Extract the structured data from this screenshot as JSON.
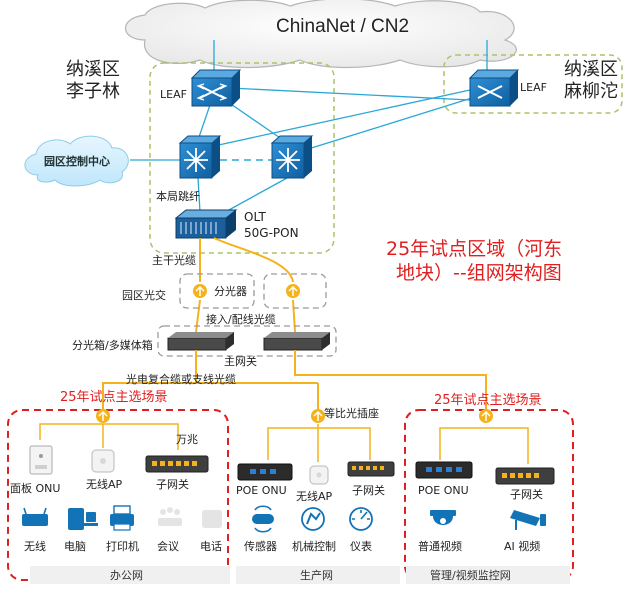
{
  "cloud_label": "ChinaNet / CN2",
  "site_a": {
    "district": "纳溪区",
    "name": "李子林"
  },
  "site_b": {
    "district": "纳溪区",
    "name": "麻柳沱"
  },
  "leaf_a": "LEAF",
  "leaf_b": "LEAF",
  "campus_control": "园区控制中心",
  "local_jumper": "本局跳纤",
  "olt": {
    "line1": "OLT",
    "line2": "50G-PON"
  },
  "trunk_fiber": "主干光缆",
  "campus_cross": "园区光交",
  "splitter": "分光器",
  "access_cable": "接入/配线光缆",
  "split_box": "分光箱/多媒体箱",
  "main_gateway": "主网关",
  "composite_cable": "光电复合缆或支线光缆",
  "equal_splitter": "等比光插座",
  "title": {
    "line1": "25年试点区域（河东",
    "line2": "地块）--组网架构图"
  },
  "scenario_left": "25年试点主选场景",
  "scenario_right": "25年试点主选场景",
  "office": {
    "gigabit": "万兆",
    "panel_onu": "面板 ONU",
    "wireless_ap": "无线AP",
    "sub_gateway": "子网关",
    "endpoints": [
      "无线",
      "电脑",
      "打印机",
      "会议",
      "电话"
    ],
    "section": "办公网"
  },
  "production": {
    "poe_onu": "POE ONU",
    "wireless_ap": "无线AP",
    "sub_gateway": "子网关",
    "endpoints": [
      "传感器",
      "机械控制",
      "仪表"
    ],
    "section": "生产网"
  },
  "monitor": {
    "poe_onu": "POE ONU",
    "sub_gateway": "子网关",
    "endpoints": [
      "普通视频",
      "AI 视频"
    ],
    "section": "管理/视频监控网"
  },
  "colors": {
    "link": "#2aa7d8",
    "fiber": "#f5b21b",
    "red": "#e02020",
    "device": "#1273b7"
  }
}
